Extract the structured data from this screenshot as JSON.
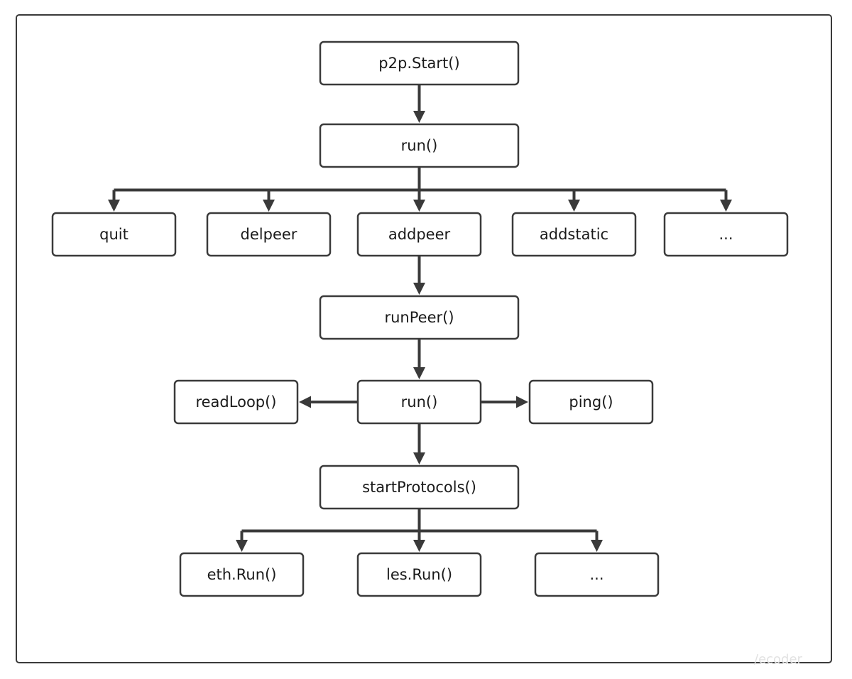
{
  "nodes": {
    "p2p_start": "p2p.Start()",
    "run_server": "run()",
    "quit": "quit",
    "delpeer": "delpeer",
    "addpeer": "addpeer",
    "addstatic": "addstatic",
    "more_events": "...",
    "run_peer": "runPeer()",
    "run_peer_loop": "run()",
    "read_loop": "readLoop()",
    "ping": "ping()",
    "start_protocols": "startProtocols()",
    "eth_run": "eth.Run()",
    "les_run": "les.Run()",
    "more_protocols": "..."
  },
  "edges": [
    {
      "from": "p2p_start",
      "to": "run_server"
    },
    {
      "from": "run_server",
      "to": "quit"
    },
    {
      "from": "run_server",
      "to": "delpeer"
    },
    {
      "from": "run_server",
      "to": "addpeer"
    },
    {
      "from": "run_server",
      "to": "addstatic"
    },
    {
      "from": "run_server",
      "to": "more_events"
    },
    {
      "from": "addpeer",
      "to": "run_peer"
    },
    {
      "from": "run_peer",
      "to": "run_peer_loop"
    },
    {
      "from": "run_peer_loop",
      "to": "read_loop"
    },
    {
      "from": "run_peer_loop",
      "to": "ping"
    },
    {
      "from": "run_peer_loop",
      "to": "start_protocols"
    },
    {
      "from": "start_protocols",
      "to": "eth_run"
    },
    {
      "from": "start_protocols",
      "to": "les_run"
    },
    {
      "from": "start_protocols",
      "to": "more_protocols"
    }
  ],
  "colors": {
    "stroke": "#3a3a3a",
    "text": "#1a1a1a",
    "background": "#ffffff"
  },
  "watermark": "/ecoder"
}
